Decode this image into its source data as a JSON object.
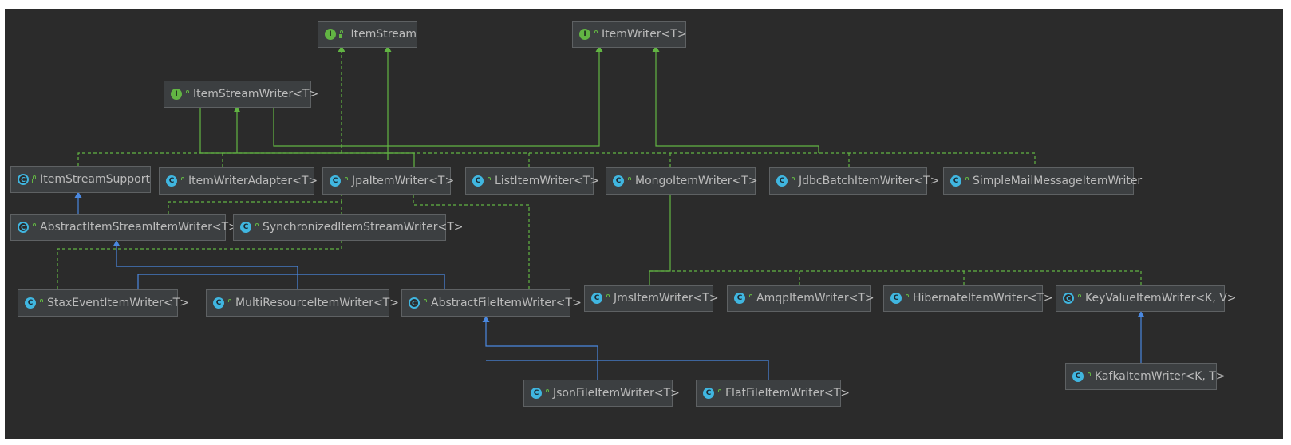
{
  "diagram": {
    "nodes": [
      {
        "id": "item-stream",
        "kind": "interface",
        "label": "ItemStream"
      },
      {
        "id": "item-writer",
        "kind": "interface",
        "label": "ItemWriter<T>"
      },
      {
        "id": "item-stream-writer",
        "kind": "interface",
        "label": "ItemStreamWriter<T>"
      },
      {
        "id": "item-stream-support",
        "kind": "abstract",
        "label": "ItemStreamSupport"
      },
      {
        "id": "item-writer-adapter",
        "kind": "class",
        "label": "ItemWriterAdapter<T>"
      },
      {
        "id": "jpa-item-writer",
        "kind": "class",
        "label": "JpaItemWriter<T>"
      },
      {
        "id": "list-item-writer",
        "kind": "class",
        "label": "ListItemWriter<T>"
      },
      {
        "id": "mongo-item-writer",
        "kind": "class",
        "label": "MongoItemWriter<T>"
      },
      {
        "id": "jdbc-batch-item-writer",
        "kind": "class",
        "label": "JdbcBatchItemWriter<T>"
      },
      {
        "id": "simple-mail-message-item-writer",
        "kind": "class",
        "label": "SimpleMailMessageItemWriter"
      },
      {
        "id": "abstract-item-stream-item-writer",
        "kind": "abstract",
        "label": "AbstractItemStreamItemWriter<T>"
      },
      {
        "id": "synchronized-item-stream-writer",
        "kind": "class",
        "label": "SynchronizedItemStreamWriter<T>"
      },
      {
        "id": "stax-event-item-writer",
        "kind": "class",
        "label": "StaxEventItemWriter<T>"
      },
      {
        "id": "multi-resource-item-writer",
        "kind": "class",
        "label": "MultiResourceItemWriter<T>"
      },
      {
        "id": "abstract-file-item-writer",
        "kind": "abstract",
        "label": "AbstractFileItemWriter<T>"
      },
      {
        "id": "jms-item-writer",
        "kind": "class",
        "label": "JmsItemWriter<T>"
      },
      {
        "id": "amqp-item-writer",
        "kind": "class",
        "label": "AmqpItemWriter<T>"
      },
      {
        "id": "hibernate-item-writer",
        "kind": "class",
        "label": "HibernateItemWriter<T>"
      },
      {
        "id": "key-value-item-writer",
        "kind": "abstract",
        "label": "KeyValueItemWriter<K, V>"
      },
      {
        "id": "json-file-item-writer",
        "kind": "class",
        "label": "JsonFileItemWriter<T>"
      },
      {
        "id": "flat-file-item-writer",
        "kind": "class",
        "label": "FlatFileItemWriter<T>"
      },
      {
        "id": "kafka-item-writer",
        "kind": "class",
        "label": "KafkaItemWriter<K, T>"
      }
    ],
    "colors": {
      "background": "#2b2b2b",
      "node": "#3c3f41",
      "implements": "#62b543",
      "extends": "#4a88e0",
      "text": "#bbbbbb"
    }
  }
}
